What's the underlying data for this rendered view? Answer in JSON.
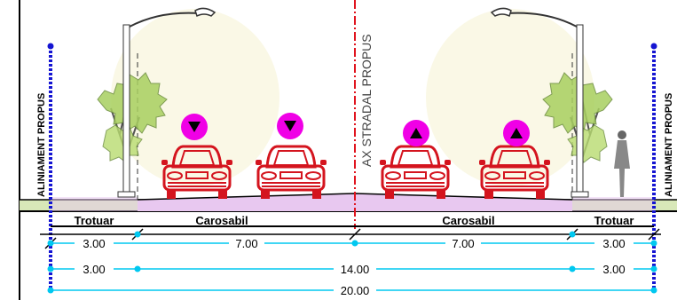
{
  "alignment_label": "ALINIAMENT PROPUS",
  "axis_label": "AX STRADAL PROPUS",
  "zones": {
    "left_sidewalk": "Trotuar",
    "left_carriageway": "Carosabil",
    "right_carriageway": "Carosabil",
    "right_sidewalk": "Trotuar"
  },
  "dimensions": {
    "row1": [
      "3.00",
      "7.00",
      "7.00",
      "3.00"
    ],
    "row2": [
      "3.00",
      "14.00",
      "3.00"
    ],
    "row3": [
      "20.00"
    ]
  },
  "traffic_direction": {
    "left_lanes": "down",
    "right_lanes": "up"
  },
  "colors": {
    "alignment_line": "#1414d2",
    "axis_line": "#e0141e",
    "car": "#d4141e",
    "direction_badge": "#f000e6",
    "carriageway_fill": "#e8c8f0",
    "ground_fill": "#d8e8b8",
    "dimension_line": "#00c8f0",
    "tree_foliage": "#a8d060"
  }
}
